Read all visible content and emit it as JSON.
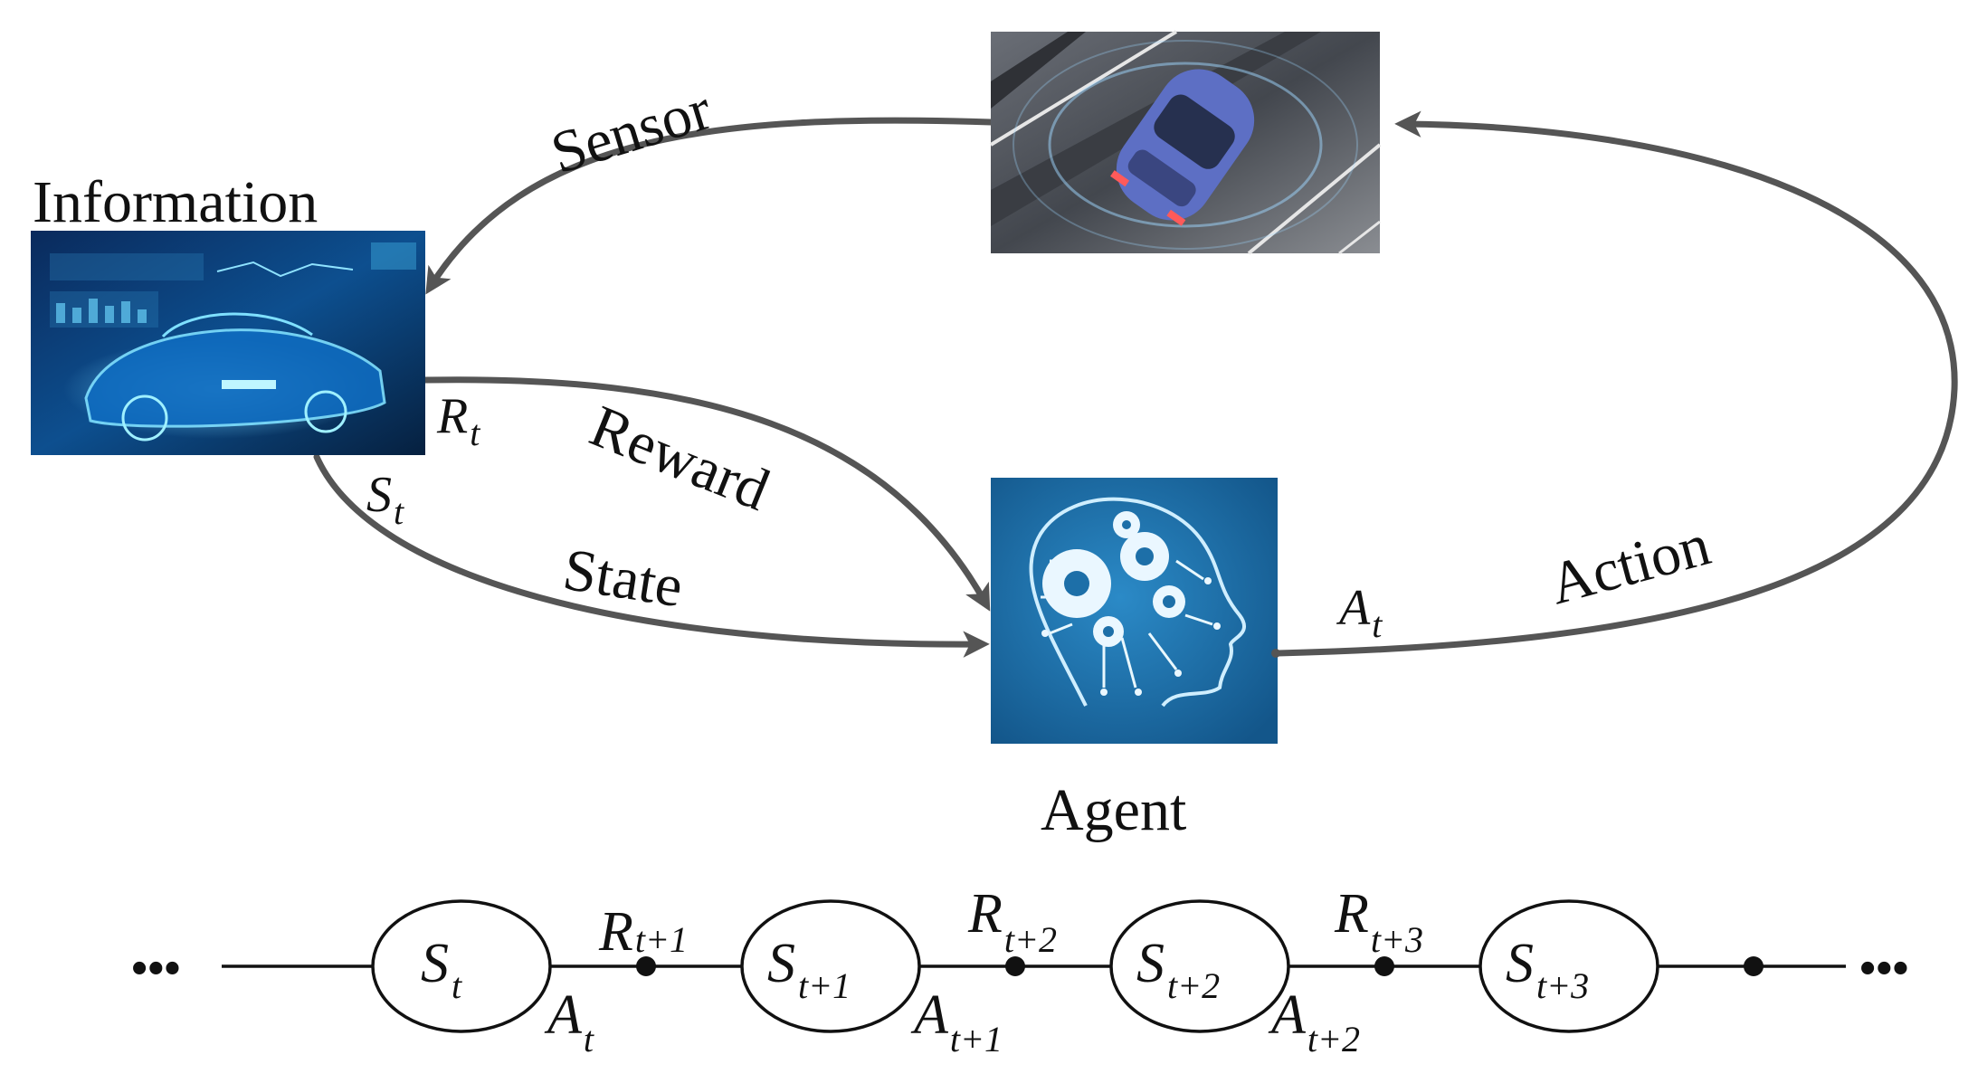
{
  "diagram": {
    "nodes": {
      "information": {
        "label": "Information"
      },
      "agent": {
        "label": "Agent"
      }
    },
    "edges": {
      "sensor": "Sensor",
      "reward": "Reward",
      "state": "State",
      "action": "Action"
    },
    "symbols": {
      "reward": {
        "base": "R",
        "sub": "t"
      },
      "state": {
        "base": "S",
        "sub": "t"
      },
      "action": {
        "base": "A",
        "sub": "t"
      }
    },
    "timeline": {
      "ellipsis": "•••",
      "states": [
        {
          "base": "S",
          "sub": "t"
        },
        {
          "base": "S",
          "sub": "t+1"
        },
        {
          "base": "S",
          "sub": "t+2"
        },
        {
          "base": "S",
          "sub": "t+3"
        }
      ],
      "rewards": [
        {
          "base": "R",
          "sub": "t+1"
        },
        {
          "base": "R",
          "sub": "t+2"
        },
        {
          "base": "R",
          "sub": "t+3"
        }
      ],
      "actions": [
        {
          "base": "A",
          "sub": "t"
        },
        {
          "base": "A",
          "sub": "t+1"
        },
        {
          "base": "A",
          "sub": "t+2"
        }
      ]
    },
    "colors": {
      "arrow": "#555555",
      "agent_bg": "#1d6fa8",
      "info_bg": "#0a2a5c",
      "road_bg": "#4b4f57"
    },
    "icons": [
      "car-road-photo",
      "car-hologram-photo",
      "brain-gears-icon"
    ]
  }
}
